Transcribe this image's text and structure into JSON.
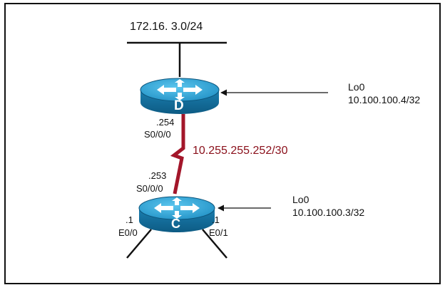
{
  "network": {
    "label": "172.16. 3.0/24"
  },
  "routers": {
    "d": {
      "name": "D",
      "loopback_if": "Lo0",
      "loopback_ip": "10.100.100.4/32",
      "serial_host": ".254",
      "serial_if": "S0/0/0"
    },
    "c": {
      "name": "C",
      "loopback_if": "Lo0",
      "loopback_ip": "10.100.100.3/32",
      "serial_host": ".253",
      "serial_if": "S0/0/0",
      "e0_host": ".1",
      "e0_if": "E0/0",
      "e1_host": ".1",
      "e1_if": "E0/1"
    }
  },
  "wan_link": {
    "label": "10.255.255.252/30",
    "color": "#a3162a"
  },
  "colors": {
    "router_body": "#1d86b8",
    "router_top": "#35a9d8",
    "router_dark": "#0f5f87",
    "line": "#111111"
  }
}
